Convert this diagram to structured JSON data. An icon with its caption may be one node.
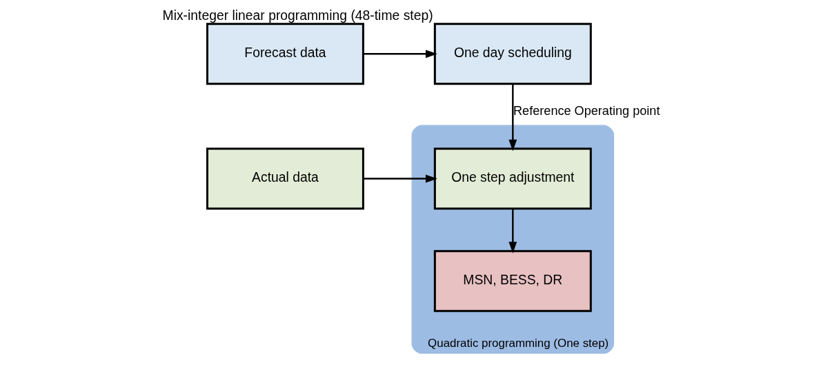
{
  "diagram": {
    "nodes": [
      {
        "text": [
          "Forecast data"
        ]
      },
      {
        "text": [
          "One day scheduling"
        ],
        "beside": [
          "Mix-integer linear programming (48-time step)"
        ]
      },
      {
        "text": [
          "Actual data"
        ]
      },
      {
        "text": [],
        "shape": "box",
        "beside": [
          "Quadratic programming (One step)"
        ]
      },
      {
        "text": [
          "One step adjustment"
        ],
        "in": 3
      },
      {
        "text": [
          "MSN, BESS, DR"
        ],
        "in": 3
      }
    ],
    "edges": [
      {
        "from": 0,
        "to": 1,
        "arrow": "to"
      },
      {
        "from": 1,
        "to": 4,
        "arrow": "to",
        "label": "Reference Operating point"
      },
      {
        "from": 2,
        "to": 4,
        "arrow": "to"
      },
      {
        "from": 4,
        "to": 5,
        "arrow": "to"
      }
    ]
  }
}
